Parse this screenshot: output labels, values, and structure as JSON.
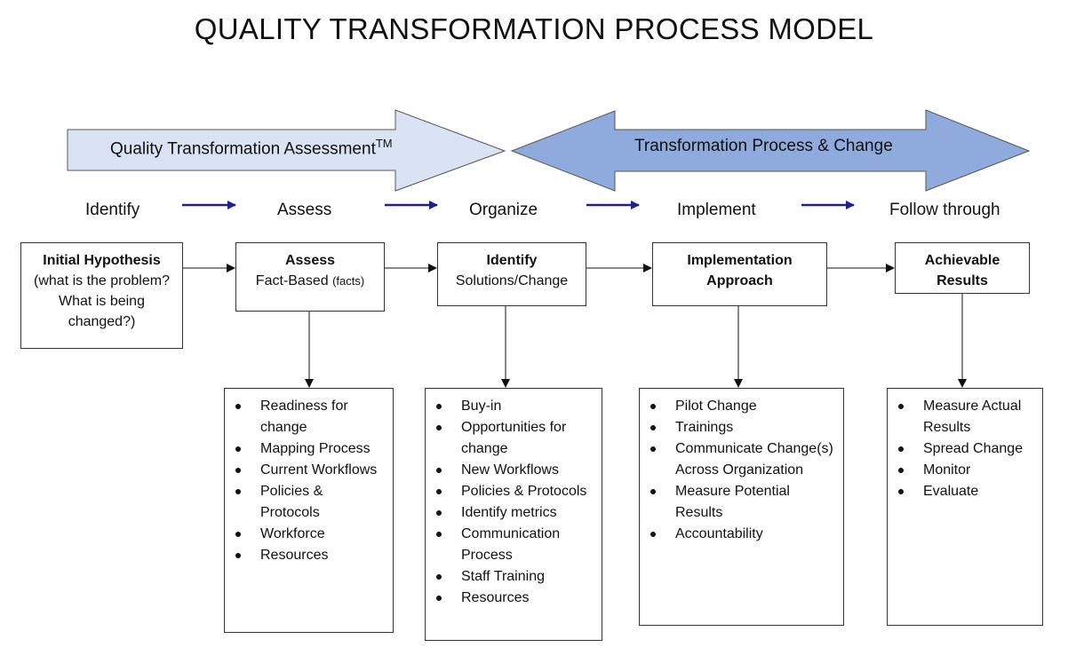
{
  "title": "QUALITY TRANSFORMATION PROCESS MODEL",
  "banner": {
    "assessment_label": "Quality Transformation Assessment",
    "assessment_mark": "TM",
    "process_label": "Transformation Process & Change",
    "assessment_color": "#dae3f3",
    "process_color": "#8faadc"
  },
  "stages": [
    "Identify",
    "Assess",
    "Organize",
    "Implement",
    "Follow through"
  ],
  "boxes": {
    "hypothesis": {
      "title": "Initial Hypothesis",
      "body": "(what is the problem? What is being changed?)"
    },
    "assess": {
      "title": "Assess",
      "body": "Fact-Based",
      "note": "(facts)"
    },
    "identify": {
      "title": "Identify",
      "body": "Solutions/Change"
    },
    "implementation": {
      "title": "Implementation Approach"
    },
    "results": {
      "title": "Achievable Results"
    }
  },
  "lists": {
    "assess": [
      "Readiness for change",
      "Mapping Process",
      "Current Workflows",
      "Policies & Protocols",
      "Workforce",
      "Resources"
    ],
    "identify": [
      "Buy-in",
      "Opportunities for change",
      "New Workflows",
      "Policies & Protocols",
      "Identify metrics",
      "Communication Process",
      "Staff Training",
      "Resources"
    ],
    "implementation": [
      "Pilot Change",
      "Trainings",
      "Communicate Change(s) Across Organization",
      "Measure Potential Results",
      "Accountability"
    ],
    "results": [
      "Measure Actual Results",
      "Spread Change",
      "Monitor",
      "Evaluate"
    ]
  }
}
